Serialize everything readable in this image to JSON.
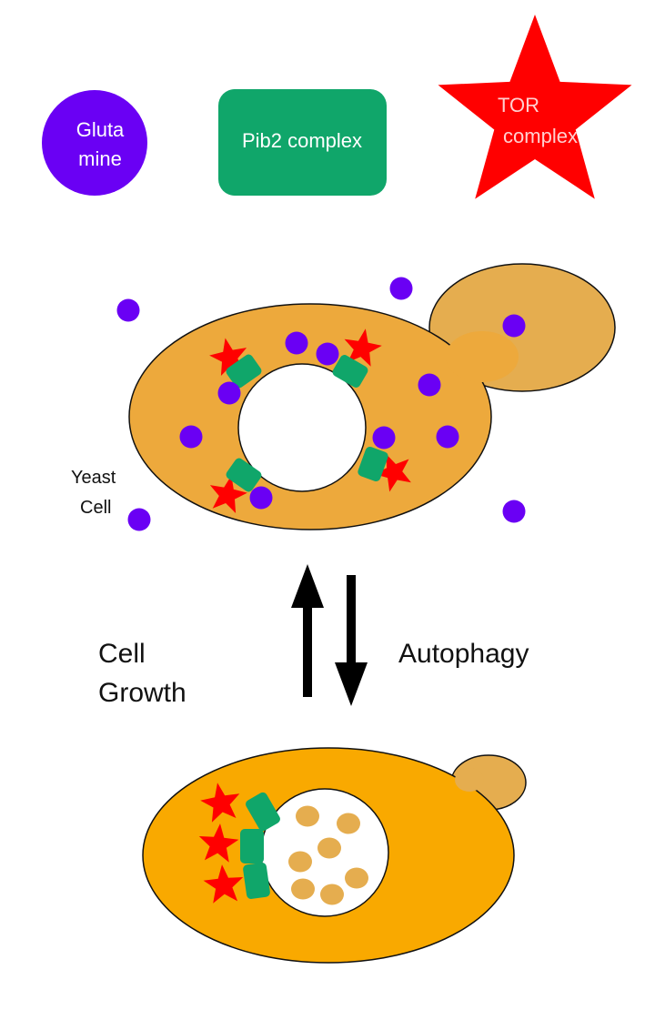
{
  "legend": {
    "glutamine_line1": "Gluta",
    "glutamine_line2": "mine",
    "pib2": "Pib2 complex",
    "tor_line1": "TOR",
    "tor_line2": "complex"
  },
  "labels": {
    "yeast_line1": "Yeast",
    "yeast_line2": "Cell",
    "growth_line1": "Cell",
    "growth_line2": "Growth",
    "autophagy": "Autophagy"
  },
  "colors": {
    "glutamine": "#6a00f4",
    "pib2": "#10a66a",
    "tor": "#ff0000",
    "cell_top": "#eda93c",
    "cell_bottom": "#f9a900",
    "bud": "#e5ad4f"
  }
}
